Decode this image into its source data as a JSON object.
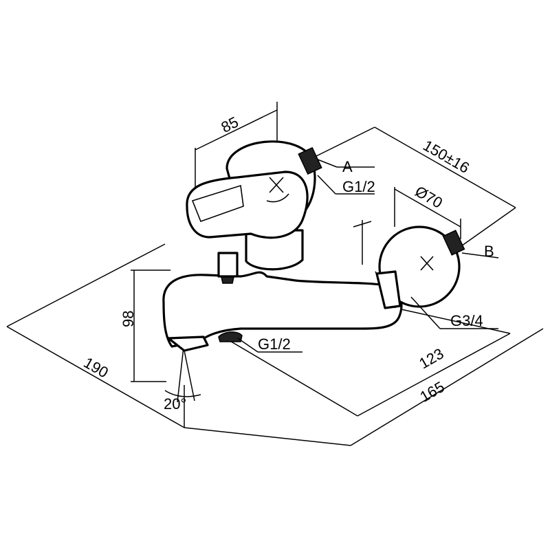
{
  "dimensions": {
    "d85": "85",
    "d150": "150±16",
    "d70": "Ø70",
    "d98": "98",
    "d190": "190",
    "d123": "123",
    "d165": "165",
    "angle": "20°"
  },
  "labels": {
    "a": "A",
    "b": "B",
    "g12_top": "G1/2",
    "g34": "G3/4",
    "g12_bottom": "G1/2"
  }
}
